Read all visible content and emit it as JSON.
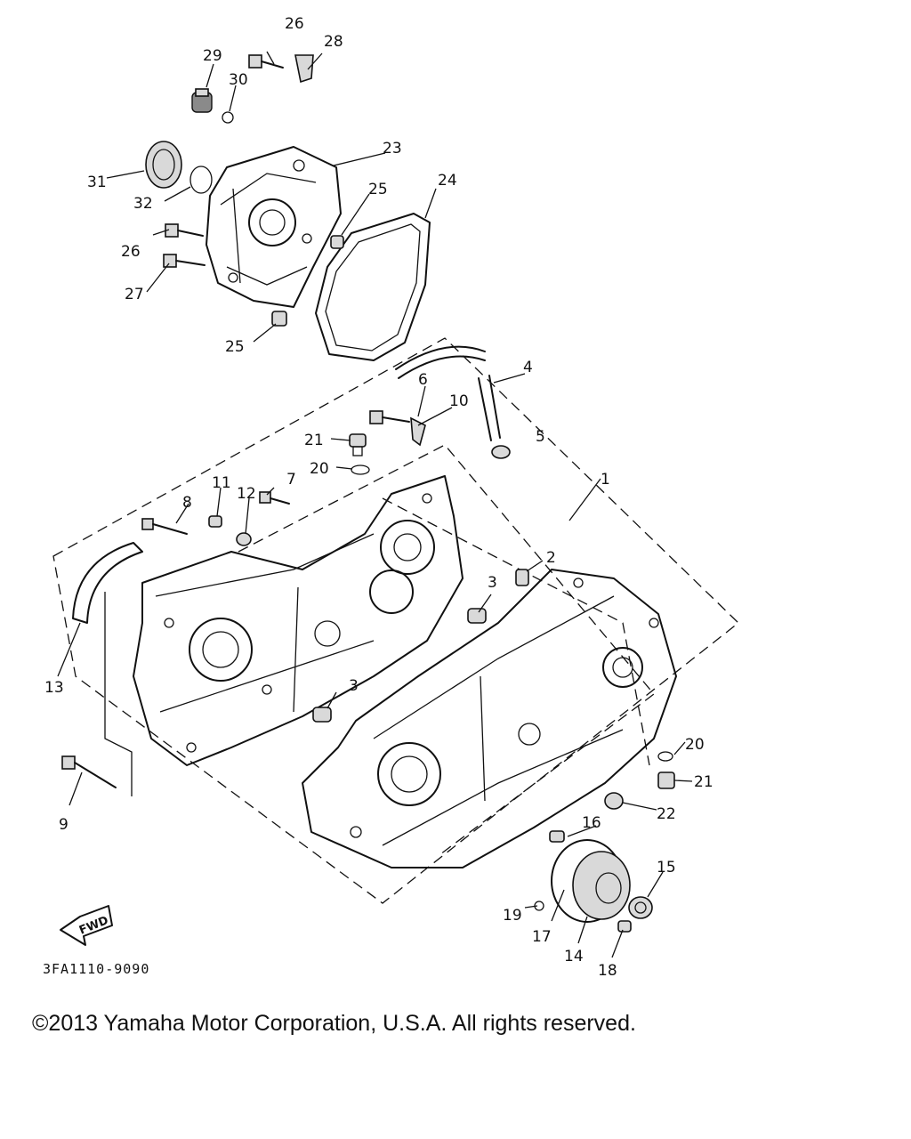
{
  "diagram": {
    "callouts": [
      "1",
      "2",
      "3",
      "3",
      "4",
      "5",
      "6",
      "7",
      "8",
      "9",
      "10",
      "11",
      "12",
      "13",
      "14",
      "15",
      "16",
      "17",
      "18",
      "19",
      "20",
      "20",
      "21",
      "21",
      "22",
      "23",
      "24",
      "25",
      "25",
      "26",
      "26",
      "27",
      "28",
      "29",
      "30",
      "31",
      "32"
    ],
    "fwd_label": "FWD",
    "catalog_code": "3FA1110-9090"
  },
  "footer": {
    "copyright": "©2013 Yamaha Motor Corporation, U.S.A. All rights reserved."
  }
}
